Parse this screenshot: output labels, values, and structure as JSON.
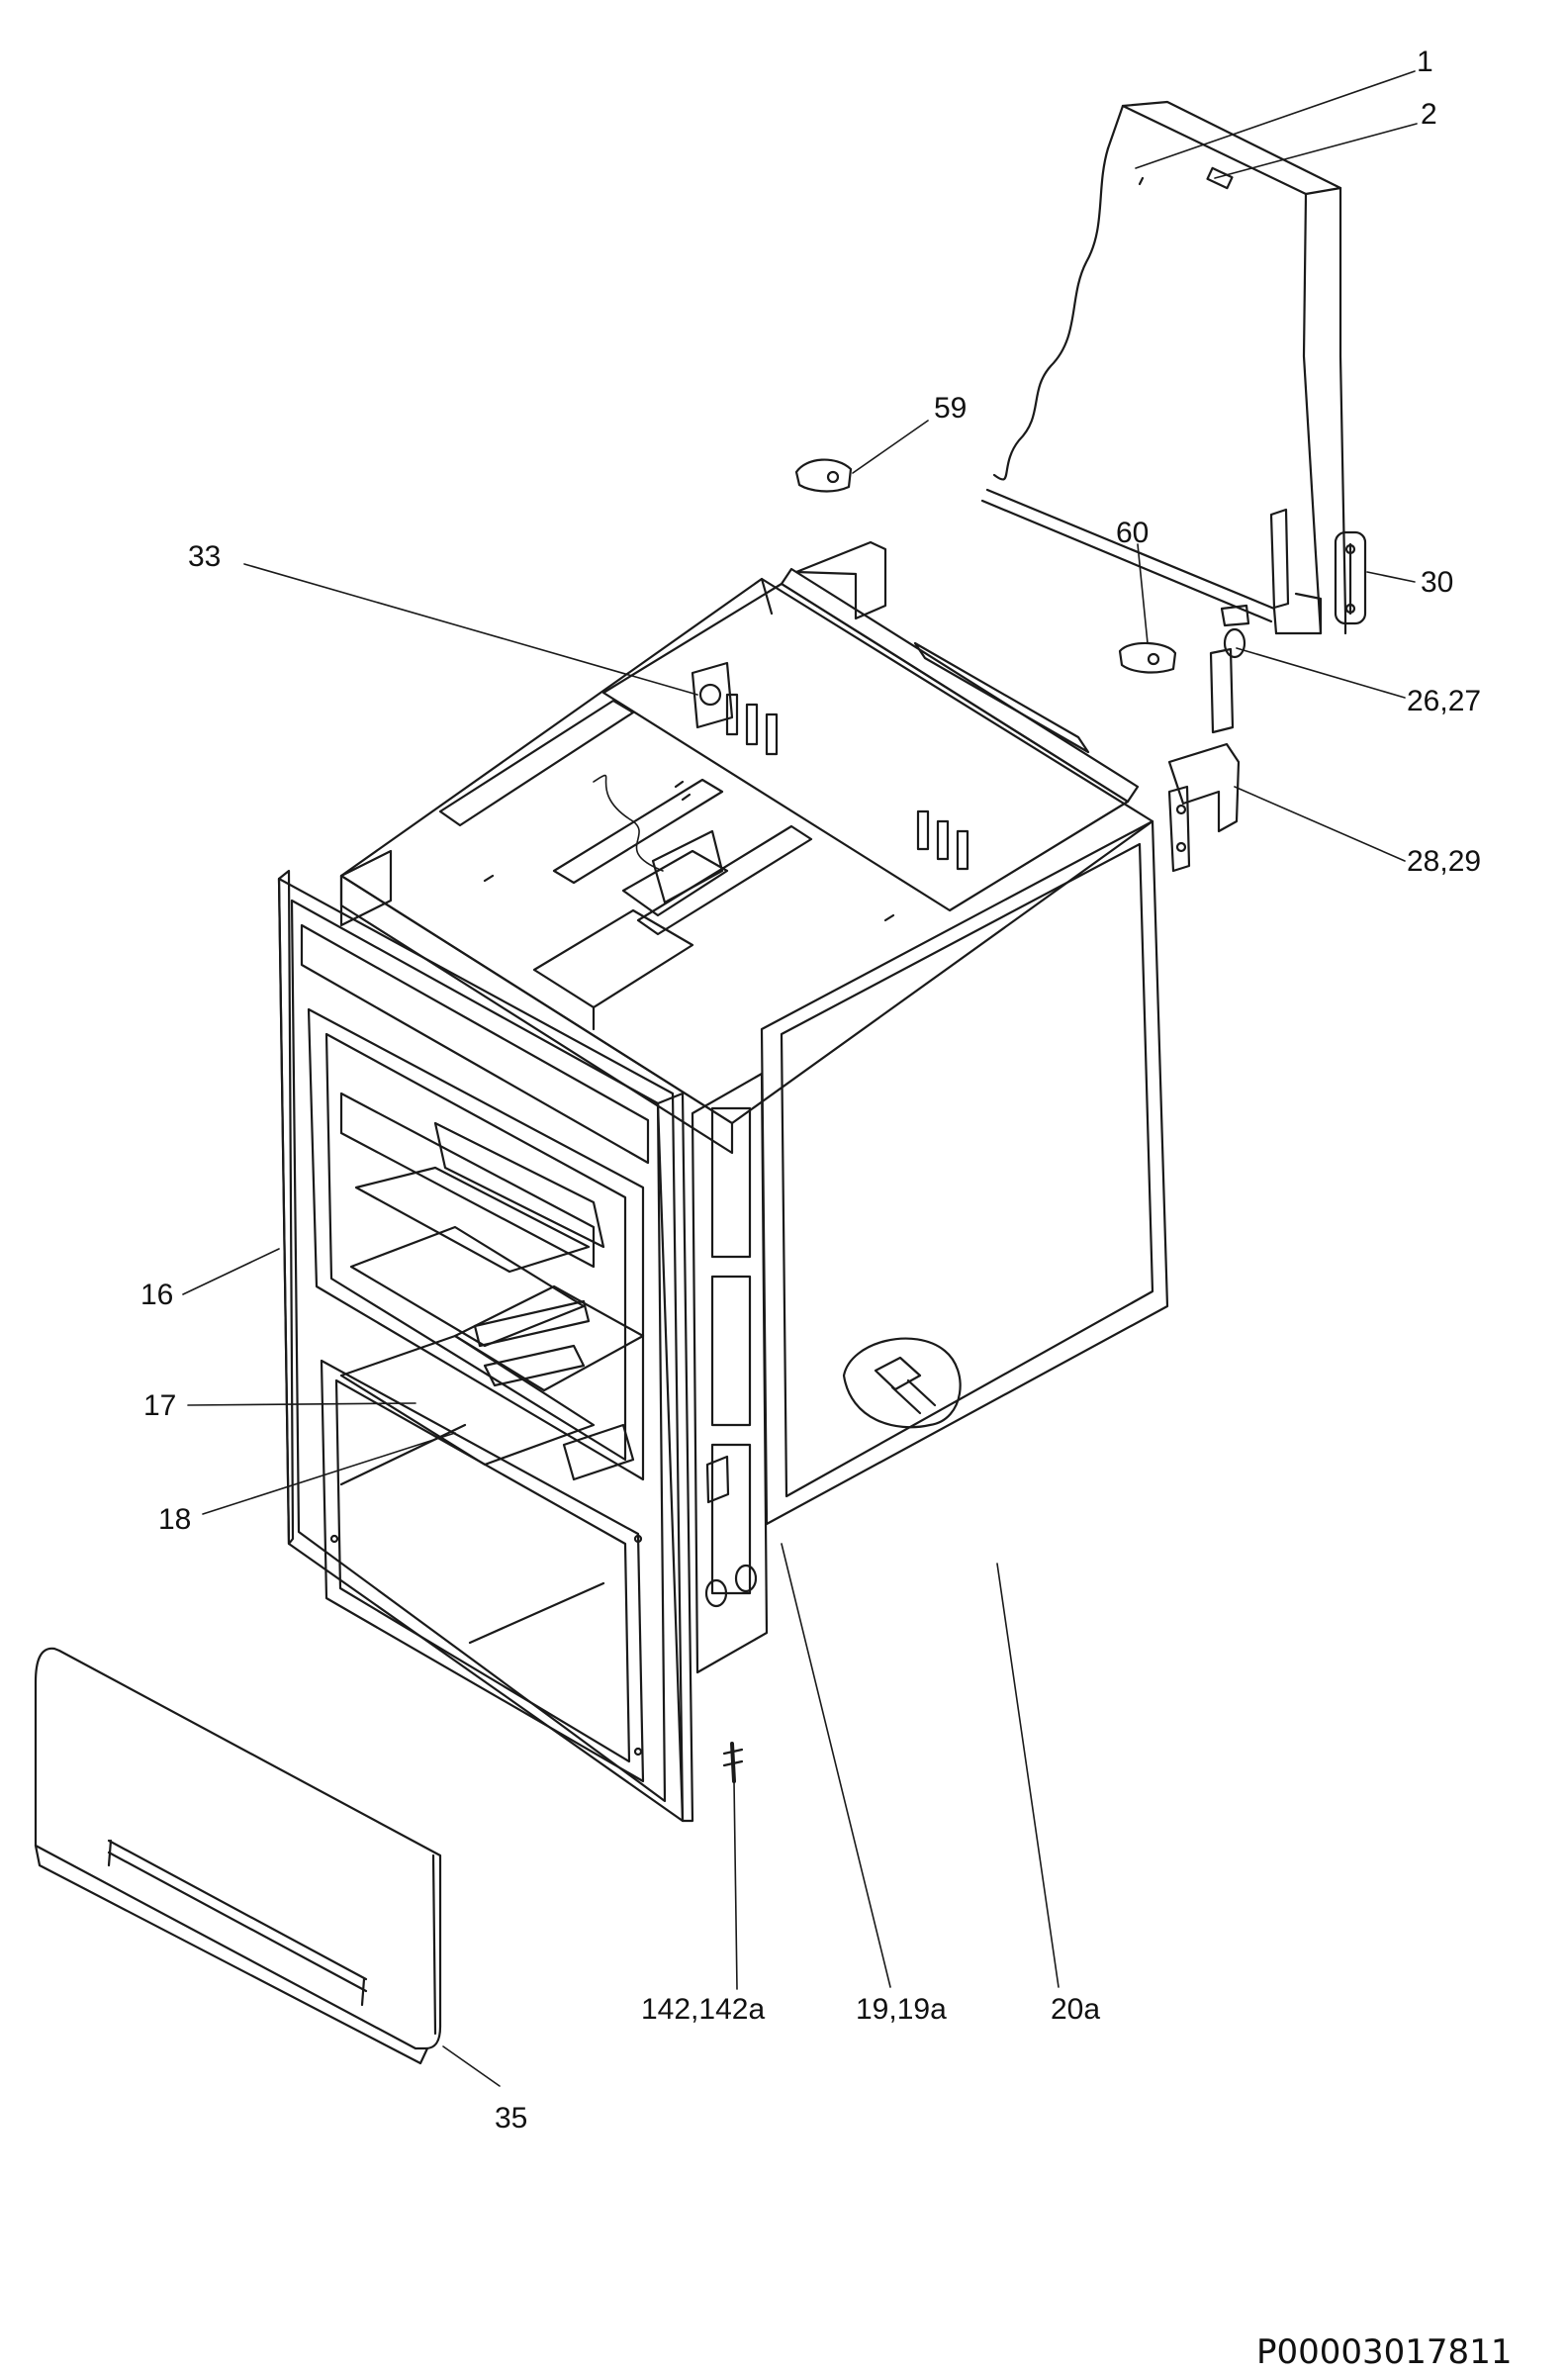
{
  "diagram": {
    "reference_code": "P00003017811",
    "colors": {
      "line": "#1a1a1a",
      "paper": "#ffffff",
      "hatch": "#555555"
    },
    "callouts": [
      {
        "id": "c1",
        "label": "1"
      },
      {
        "id": "c2",
        "label": "2"
      },
      {
        "id": "c59",
        "label": "59"
      },
      {
        "id": "c60",
        "label": "60"
      },
      {
        "id": "c30",
        "label": "30"
      },
      {
        "id": "c33",
        "label": "33"
      },
      {
        "id": "c26",
        "label": "26,27"
      },
      {
        "id": "c28",
        "label": "28,29"
      },
      {
        "id": "c16",
        "label": "16"
      },
      {
        "id": "c17",
        "label": "17"
      },
      {
        "id": "c18",
        "label": "18"
      },
      {
        "id": "c142",
        "label": "142,142a"
      },
      {
        "id": "c19",
        "label": "19,19a"
      },
      {
        "id": "c20",
        "label": "20a"
      },
      {
        "id": "c35",
        "label": "35"
      }
    ]
  }
}
